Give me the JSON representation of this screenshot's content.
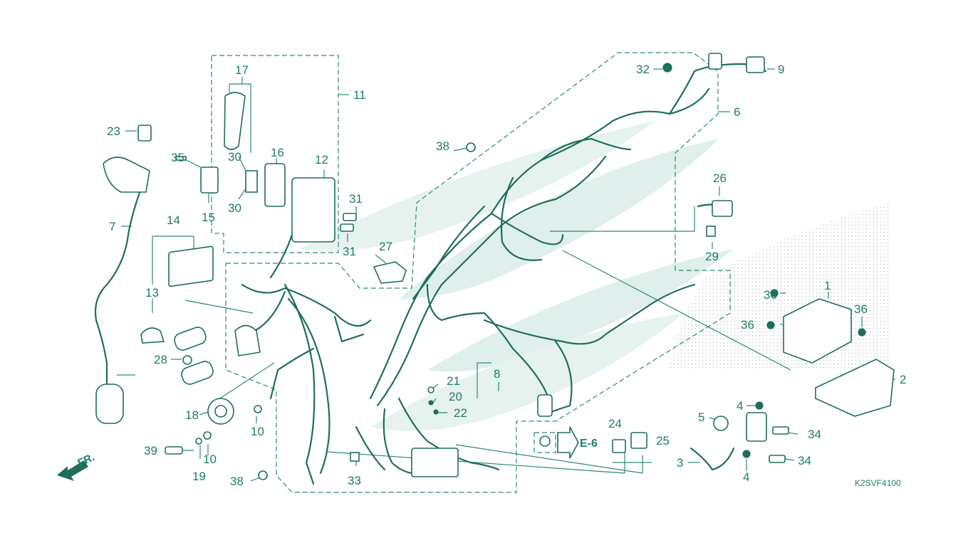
{
  "diagram": {
    "code": "K2SVF4100",
    "ref_tag": "E-6",
    "direction_tag": "FR.",
    "colors": {
      "line": "#2b8a74",
      "text": "#1e7c6a",
      "watermark": "#d9ede8"
    },
    "callouts": [
      {
        "id": "c1",
        "text": "1"
      },
      {
        "id": "c2",
        "text": "2"
      },
      {
        "id": "c3",
        "text": "3"
      },
      {
        "id": "c4a",
        "text": "4"
      },
      {
        "id": "c4b",
        "text": "4"
      },
      {
        "id": "c5",
        "text": "5"
      },
      {
        "id": "c6",
        "text": "6"
      },
      {
        "id": "c7",
        "text": "7"
      },
      {
        "id": "c8",
        "text": "8"
      },
      {
        "id": "c9",
        "text": "9"
      },
      {
        "id": "c10a",
        "text": "10"
      },
      {
        "id": "c10b",
        "text": "10"
      },
      {
        "id": "c11",
        "text": "11"
      },
      {
        "id": "c12",
        "text": "12"
      },
      {
        "id": "c13",
        "text": "13"
      },
      {
        "id": "c14",
        "text": "14"
      },
      {
        "id": "c15",
        "text": "15"
      },
      {
        "id": "c16",
        "text": "16"
      },
      {
        "id": "c17",
        "text": "17"
      },
      {
        "id": "c18",
        "text": "18"
      },
      {
        "id": "c19",
        "text": "19"
      },
      {
        "id": "c20",
        "text": "20"
      },
      {
        "id": "c21",
        "text": "21"
      },
      {
        "id": "c22",
        "text": "22"
      },
      {
        "id": "c23",
        "text": "23"
      },
      {
        "id": "c24",
        "text": "24"
      },
      {
        "id": "c25",
        "text": "25"
      },
      {
        "id": "c26",
        "text": "26"
      },
      {
        "id": "c27",
        "text": "27"
      },
      {
        "id": "c28",
        "text": "28"
      },
      {
        "id": "c29",
        "text": "29"
      },
      {
        "id": "c30a",
        "text": "30"
      },
      {
        "id": "c30b",
        "text": "30"
      },
      {
        "id": "c31a",
        "text": "31"
      },
      {
        "id": "c31b",
        "text": "31"
      },
      {
        "id": "c32",
        "text": "32"
      },
      {
        "id": "c33",
        "text": "33"
      },
      {
        "id": "c34a",
        "text": "34"
      },
      {
        "id": "c34b",
        "text": "34"
      },
      {
        "id": "c35",
        "text": "35"
      },
      {
        "id": "c36a",
        "text": "36"
      },
      {
        "id": "c36b",
        "text": "36"
      },
      {
        "id": "c36c",
        "text": "36"
      },
      {
        "id": "c38a",
        "text": "38"
      },
      {
        "id": "c38b",
        "text": "38"
      },
      {
        "id": "c39",
        "text": "39"
      }
    ]
  }
}
